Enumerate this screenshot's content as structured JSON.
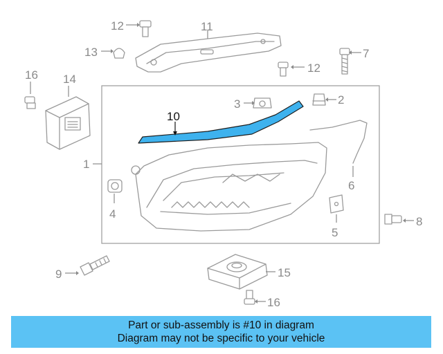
{
  "diagram": {
    "highlight_color": "#3eb2ee",
    "highlighted_part": "10",
    "callouts": {
      "c1": "1",
      "c2": "2",
      "c3": "3",
      "c4": "4",
      "c5": "5",
      "c6": "6",
      "c7": "7",
      "c8": "8",
      "c9": "9",
      "c10": "10",
      "c11": "11",
      "c12a": "12",
      "c12b": "12",
      "c13": "13",
      "c14": "14",
      "c15": "15",
      "c16a": "16",
      "c16b": "16"
    }
  },
  "banner": {
    "line1": "Part or sub-assembly is #10 in diagram",
    "line2": "Diagram may not be specific to your vehicle"
  }
}
